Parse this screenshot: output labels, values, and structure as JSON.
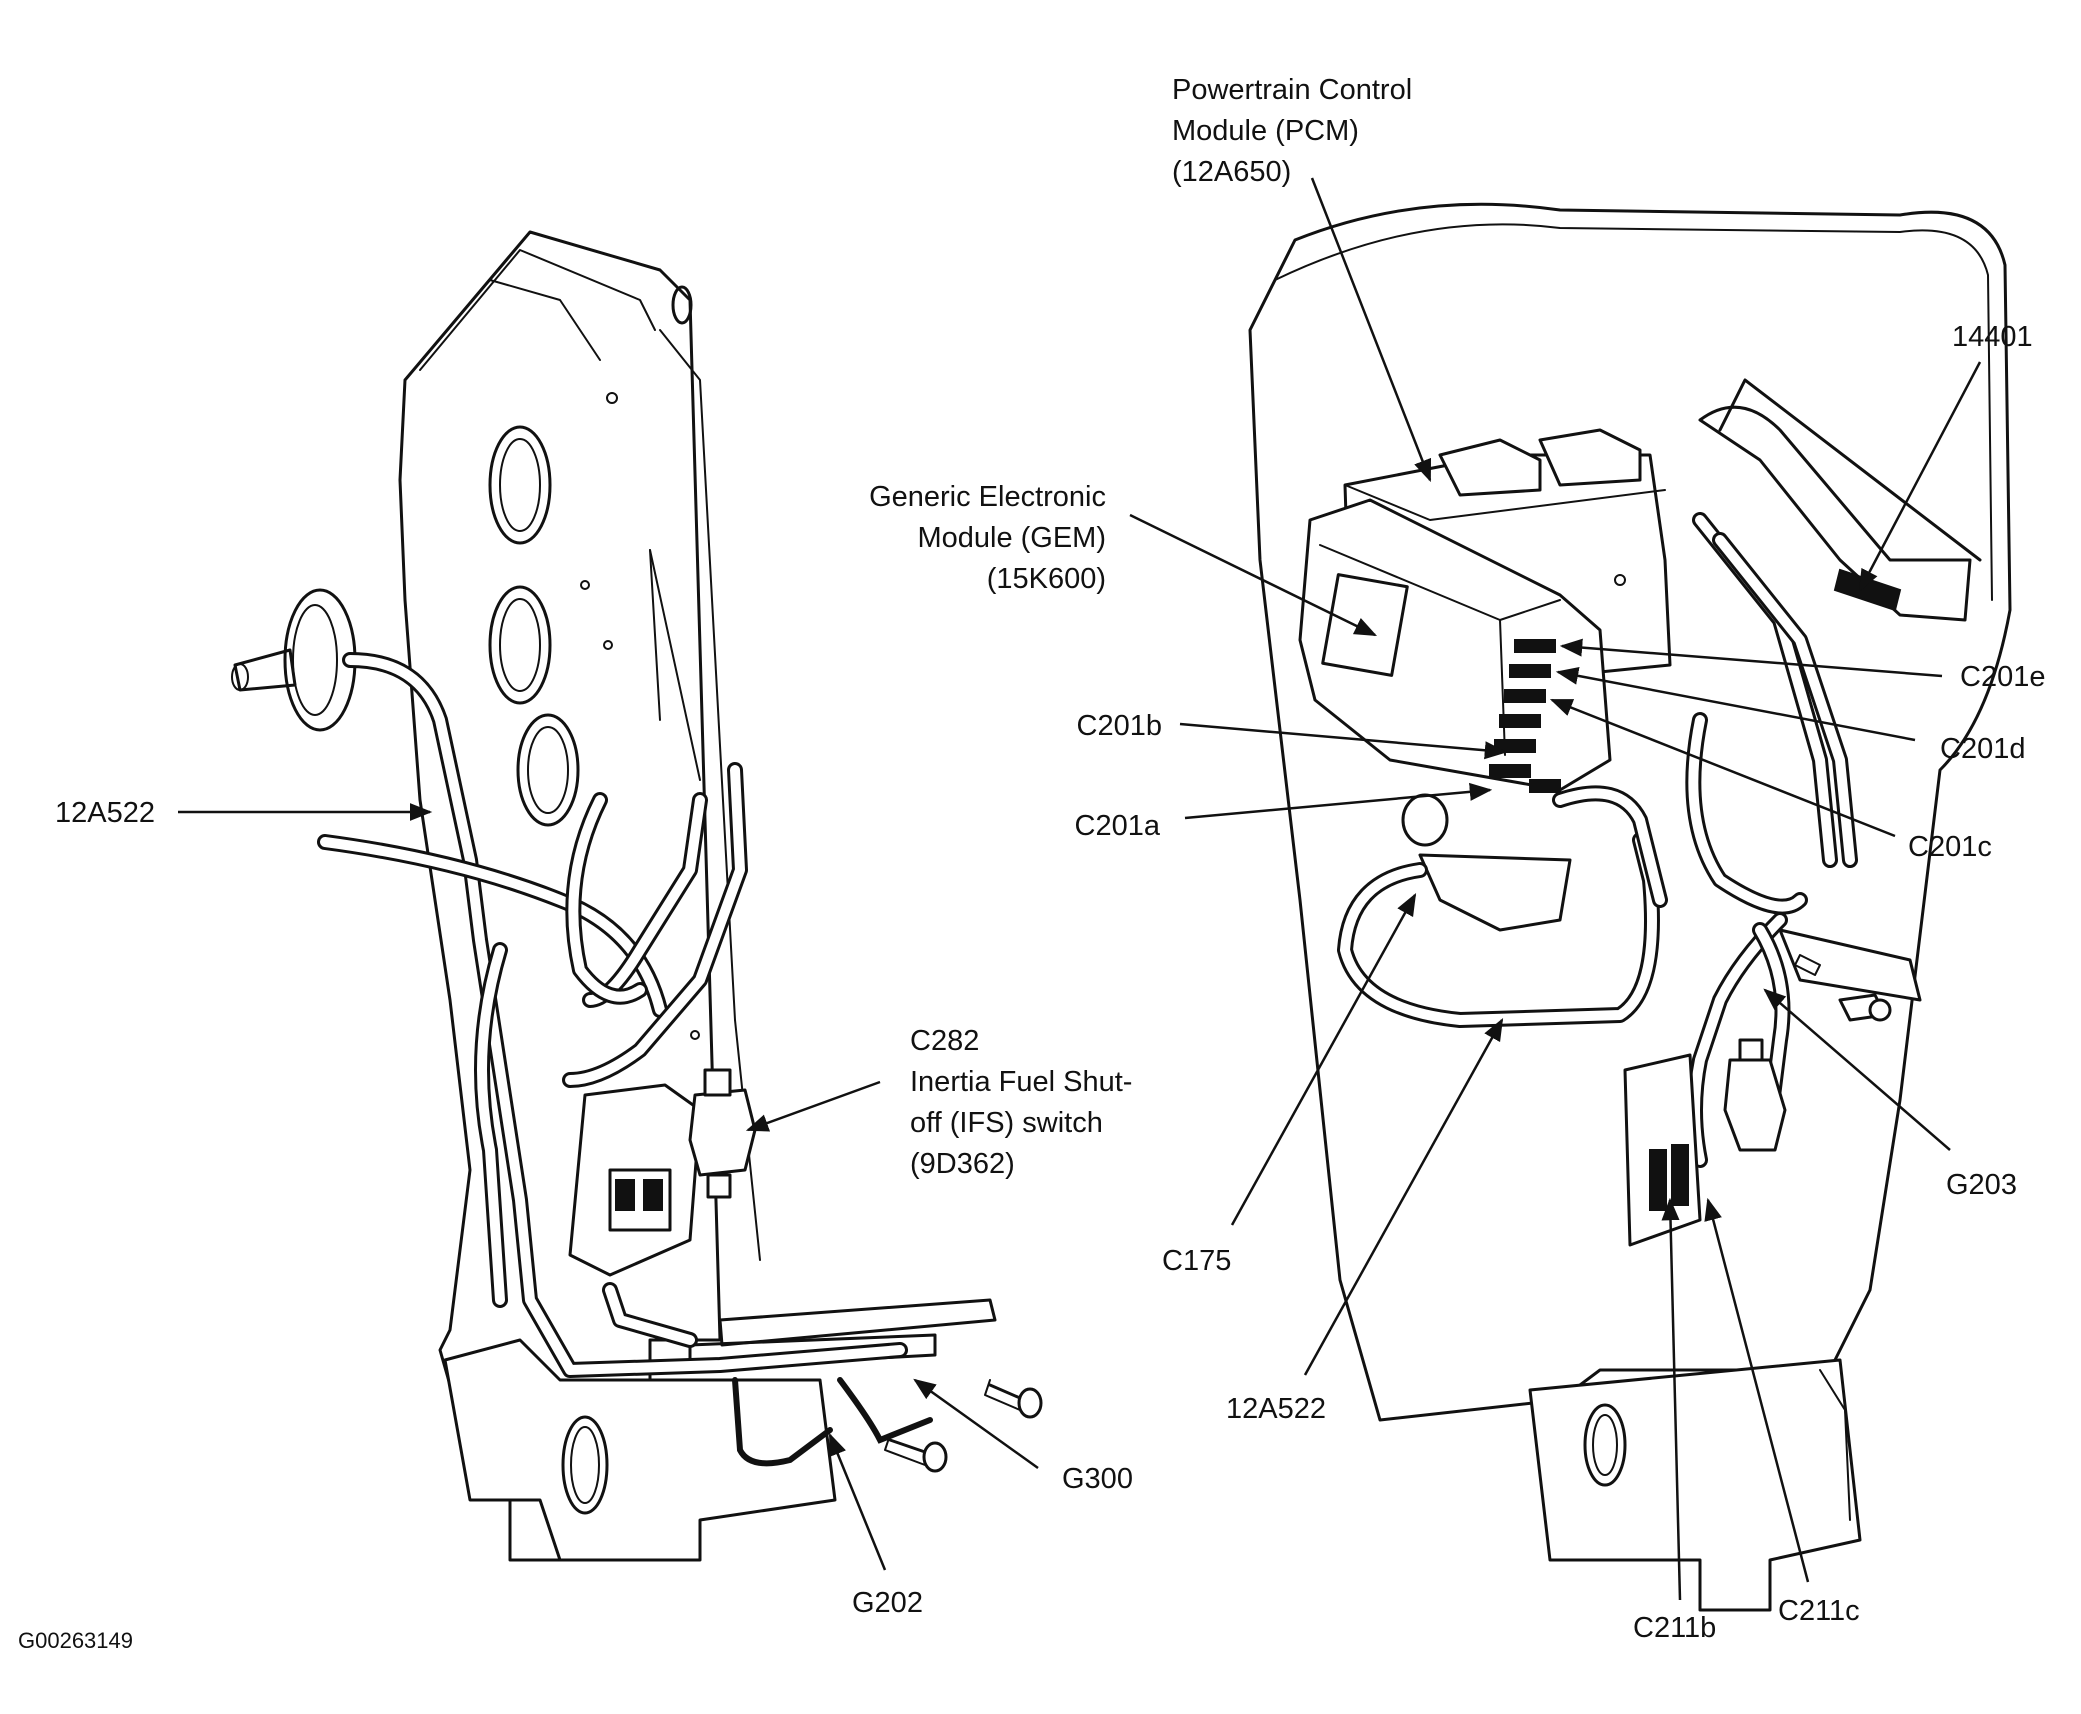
{
  "figure_id": "G00263149",
  "labels": {
    "pcm_line1": "Powertrain Control",
    "pcm_line2": "Module (PCM)",
    "pcm_line3": "(12A650)",
    "gem_line1": "Generic Electronic",
    "gem_line2": "Module (GEM)",
    "gem_line3": "(15K600)",
    "num_14401": "14401",
    "c201e": "C201e",
    "c201d": "C201d",
    "c201c": "C201c",
    "c201b": "C201b",
    "c201a": "C201a",
    "g203": "G203",
    "c175": "C175",
    "harness_right": "12A522",
    "c211b": "C211b",
    "c211c": "C211c",
    "harness_left": "12A522",
    "ifs_line1": "C282",
    "ifs_line2": "Inertia Fuel Shut-",
    "ifs_line3": "off (IFS) switch",
    "ifs_line4": "(9D362)",
    "g300": "G300",
    "g202": "G202"
  }
}
